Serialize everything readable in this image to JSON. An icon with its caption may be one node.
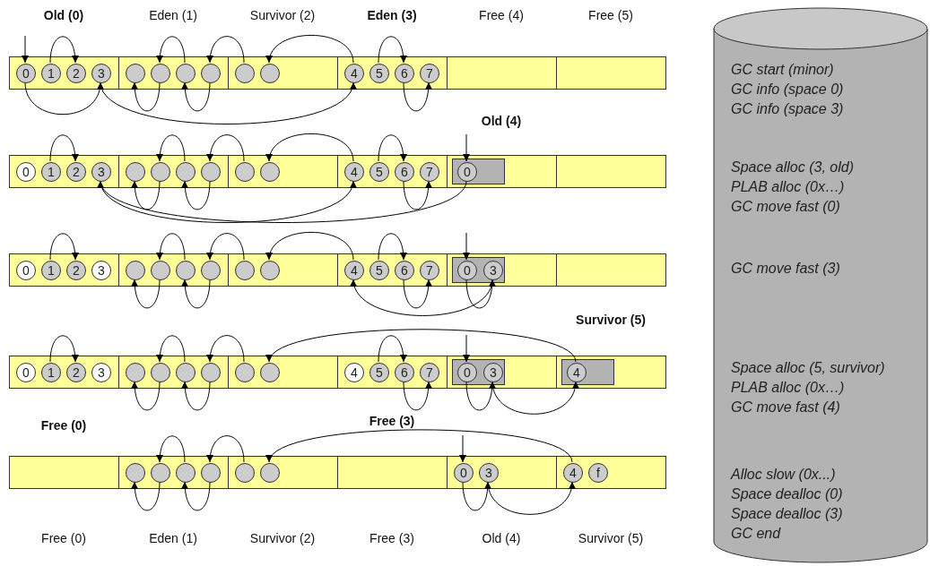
{
  "diagram": {
    "nodes": [
      {
        "text": [],
        "shape": "box"
      },
      {
        "text": [
          "0"
        ],
        "in": 0
      },
      {
        "text": [
          "1"
        ],
        "in": 0
      },
      {
        "text": [
          "2"
        ],
        "in": 0
      },
      {
        "text": [
          "3"
        ],
        "in": 0
      },
      {
        "text": [],
        "shape": "box"
      },
      {
        "text": [],
        "shape": "circle",
        "in": 5
      },
      {
        "text": [],
        "shape": "circle",
        "in": 5
      },
      {
        "text": [],
        "shape": "circle",
        "in": 5
      },
      {
        "text": [],
        "shape": "circle",
        "in": 5
      },
      {
        "text": [],
        "shape": "box"
      },
      {
        "text": [],
        "shape": "circle",
        "in": 10
      },
      {
        "text": [],
        "shape": "circle",
        "in": 10
      },
      {
        "text": [],
        "shape": "box"
      },
      {
        "text": [
          "4"
        ],
        "in": 13
      },
      {
        "text": [
          "5"
        ],
        "in": 13
      },
      {
        "text": [
          "6"
        ],
        "in": 13
      },
      {
        "text": [
          "7"
        ],
        "in": 13
      },
      {
        "text": [],
        "shape": "box"
      },
      {
        "text": [],
        "shape": "box"
      },
      {
        "text": [],
        "shape": "box"
      },
      {
        "text": [
          "0"
        ],
        "in": 20
      },
      {
        "text": [
          "1"
        ],
        "in": 20
      },
      {
        "text": [
          "2"
        ],
        "in": 20
      },
      {
        "text": [
          "3"
        ],
        "in": 20
      },
      {
        "text": [],
        "shape": "box"
      },
      {
        "text": [],
        "shape": "circle",
        "in": 25
      },
      {
        "text": [],
        "shape": "circle",
        "in": 25
      },
      {
        "text": [],
        "shape": "circle",
        "in": 25
      },
      {
        "text": [],
        "shape": "circle",
        "in": 25
      },
      {
        "text": [],
        "shape": "box"
      },
      {
        "text": [],
        "shape": "circle",
        "in": 30
      },
      {
        "text": [],
        "shape": "circle",
        "in": 30
      },
      {
        "text": [],
        "shape": "box"
      },
      {
        "text": [
          "4"
        ],
        "in": 33
      },
      {
        "text": [
          "5"
        ],
        "in": 33
      },
      {
        "text": [
          "6"
        ],
        "in": 33
      },
      {
        "text": [
          "7"
        ],
        "in": 33
      },
      {
        "text": [],
        "shape": "box"
      },
      {
        "text": [],
        "shape": "box",
        "in": 38
      },
      {
        "text": [
          "0"
        ],
        "in": 39
      },
      {
        "text": [],
        "shape": "box"
      },
      {
        "text": [],
        "shape": "box"
      },
      {
        "text": [
          "0"
        ],
        "in": 42
      },
      {
        "text": [
          "1"
        ],
        "in": 42
      },
      {
        "text": [
          "2"
        ],
        "in": 42
      },
      {
        "text": [
          "3"
        ],
        "in": 42
      },
      {
        "text": [],
        "shape": "box"
      },
      {
        "text": [],
        "shape": "circle",
        "in": 47
      },
      {
        "text": [],
        "shape": "circle",
        "in": 47
      },
      {
        "text": [],
        "shape": "circle",
        "in": 47
      },
      {
        "text": [],
        "shape": "circle",
        "in": 47
      },
      {
        "text": [],
        "shape": "box"
      },
      {
        "text": [],
        "shape": "circle",
        "in": 52
      },
      {
        "text": [],
        "shape": "circle",
        "in": 52
      },
      {
        "text": [],
        "shape": "box"
      },
      {
        "text": [
          "4"
        ],
        "in": 55
      },
      {
        "text": [
          "5"
        ],
        "in": 55
      },
      {
        "text": [
          "6"
        ],
        "in": 55
      },
      {
        "text": [
          "7"
        ],
        "in": 55
      },
      {
        "text": [],
        "shape": "box"
      },
      {
        "text": [],
        "shape": "box",
        "in": 60
      },
      {
        "text": [
          "0"
        ],
        "in": 61
      },
      {
        "text": [
          "3"
        ],
        "in": 61
      },
      {
        "text": [],
        "shape": "box"
      },
      {
        "text": [],
        "shape": "box"
      },
      {
        "text": [
          "0"
        ],
        "in": 65
      },
      {
        "text": [
          "1"
        ],
        "in": 65
      },
      {
        "text": [
          "2"
        ],
        "in": 65
      },
      {
        "text": [
          "3"
        ],
        "in": 65
      },
      {
        "text": [],
        "shape": "box"
      },
      {
        "text": [],
        "shape": "circle",
        "in": 70
      },
      {
        "text": [],
        "shape": "circle",
        "in": 70
      },
      {
        "text": [],
        "shape": "circle",
        "in": 70
      },
      {
        "text": [],
        "shape": "circle",
        "in": 70
      },
      {
        "text": [],
        "shape": "box"
      },
      {
        "text": [],
        "shape": "circle",
        "in": 75
      },
      {
        "text": [],
        "shape": "circle",
        "in": 75
      },
      {
        "text": [],
        "shape": "box"
      },
      {
        "text": [
          "4"
        ],
        "in": 78
      },
      {
        "text": [
          "5"
        ],
        "in": 78
      },
      {
        "text": [
          "6"
        ],
        "in": 78
      },
      {
        "text": [
          "7"
        ],
        "in": 78
      },
      {
        "text": [],
        "shape": "box"
      },
      {
        "text": [],
        "shape": "box",
        "in": 83
      },
      {
        "text": [
          "0"
        ],
        "in": 84
      },
      {
        "text": [
          "3"
        ],
        "in": 84
      },
      {
        "text": [],
        "shape": "box"
      },
      {
        "text": [],
        "shape": "box",
        "in": 87
      },
      {
        "text": [
          "4"
        ],
        "in": 88
      },
      {
        "text": [],
        "shape": "box"
      },
      {
        "text": [],
        "shape": "box"
      },
      {
        "text": [],
        "shape": "circle",
        "in": 91
      },
      {
        "text": [],
        "shape": "circle",
        "in": 91
      },
      {
        "text": [],
        "shape": "circle",
        "in": 91
      },
      {
        "text": [],
        "shape": "circle",
        "in": 91
      },
      {
        "text": [],
        "shape": "box"
      },
      {
        "text": [],
        "shape": "circle",
        "in": 96
      },
      {
        "text": [],
        "shape": "circle",
        "in": 96
      },
      {
        "text": [],
        "shape": "box"
      },
      {
        "text": [],
        "shape": "box"
      },
      {
        "text": [
          "0"
        ],
        "in": 100
      },
      {
        "text": [
          "3"
        ],
        "in": 100
      },
      {
        "text": [],
        "shape": "box"
      },
      {
        "text": [
          "4"
        ],
        "in": 103
      },
      {
        "text": [
          "f"
        ],
        "in": 103
      },
      {
        "text": [
          "GC start (minor)",
          "GC info (space 0)",
          "GC info (space 3)",
          "Space alloc (3, old)",
          "PLAB alloc (0x…)",
          "GC move fast (0)",
          "GC move fast (3)",
          "Space alloc (5, survivor)",
          "PLAB alloc (0x…)",
          "GC move fast (4)",
          "Alloc slow (0x...)",
          "Space dealloc (0)",
          "Space dealloc (3)",
          "GC end"
        ]
      }
    ],
    "edges": [
      {
        "from": null,
        "to": 1,
        "arrow": "to"
      },
      {
        "from": 2,
        "to": 3,
        "arrow": "to"
      },
      {
        "from": 8,
        "to": 7,
        "arrow": "to"
      },
      {
        "from": 11,
        "to": 9,
        "arrow": "to"
      },
      {
        "from": 14,
        "to": 12,
        "arrow": "to"
      },
      {
        "from": 15,
        "to": 16,
        "arrow": "to"
      },
      {
        "from": 1,
        "to": 4,
        "arrow": "to"
      },
      {
        "from": 4,
        "to": 14,
        "arrow": "to"
      },
      {
        "from": 7,
        "to": 6,
        "arrow": "to"
      },
      {
        "from": 9,
        "to": 8,
        "arrow": "to"
      },
      {
        "from": 16,
        "to": 17,
        "arrow": "to"
      },
      {
        "from": null,
        "to": 40,
        "arrow": "to"
      },
      {
        "from": 22,
        "to": 23,
        "arrow": "to"
      },
      {
        "from": 28,
        "to": 27,
        "arrow": "to"
      },
      {
        "from": 31,
        "to": 29,
        "arrow": "to"
      },
      {
        "from": 34,
        "to": 32,
        "arrow": "to"
      },
      {
        "from": 35,
        "to": 36,
        "arrow": "to"
      },
      {
        "from": 40,
        "to": 24,
        "arrow": "to"
      },
      {
        "from": 24,
        "to": 34,
        "arrow": "to"
      },
      {
        "from": 27,
        "to": 26,
        "arrow": "to"
      },
      {
        "from": 29,
        "to": 28,
        "arrow": "to"
      },
      {
        "from": 36,
        "to": 37,
        "arrow": "to"
      },
      {
        "from": null,
        "to": 62,
        "arrow": "to"
      },
      {
        "from": 44,
        "to": 45,
        "arrow": "to"
      },
      {
        "from": 50,
        "to": 49,
        "arrow": "to"
      },
      {
        "from": 53,
        "to": 51,
        "arrow": "to"
      },
      {
        "from": 56,
        "to": 54,
        "arrow": "to"
      },
      {
        "from": 57,
        "to": 58,
        "arrow": "to"
      },
      {
        "from": 49,
        "to": 48,
        "arrow": "to"
      },
      {
        "from": 51,
        "to": 50,
        "arrow": "to"
      },
      {
        "from": 58,
        "to": 59,
        "arrow": "to"
      },
      {
        "from": 62,
        "to": 63,
        "arrow": "to"
      },
      {
        "from": 63,
        "to": 56,
        "arrow": "to"
      },
      {
        "from": null,
        "to": 85,
        "arrow": "to"
      },
      {
        "from": 67,
        "to": 68,
        "arrow": "to"
      },
      {
        "from": 73,
        "to": 72,
        "arrow": "to"
      },
      {
        "from": 76,
        "to": 74,
        "arrow": "to"
      },
      {
        "from": 80,
        "to": 81,
        "arrow": "to"
      },
      {
        "from": 89,
        "to": 77,
        "arrow": "to"
      },
      {
        "from": 72,
        "to": 71,
        "arrow": "to"
      },
      {
        "from": 74,
        "to": 73,
        "arrow": "to"
      },
      {
        "from": 81,
        "to": 82,
        "arrow": "to"
      },
      {
        "from": 85,
        "to": 86,
        "arrow": "to"
      },
      {
        "from": 86,
        "to": 89,
        "arrow": "to"
      },
      {
        "from": null,
        "to": 101,
        "arrow": "to"
      },
      {
        "from": 94,
        "to": 93,
        "arrow": "to"
      },
      {
        "from": 97,
        "to": 95,
        "arrow": "to"
      },
      {
        "from": 104,
        "to": 98,
        "arrow": "to"
      },
      {
        "from": 93,
        "to": 92,
        "arrow": "to"
      },
      {
        "from": 95,
        "to": 94,
        "arrow": "to"
      },
      {
        "from": 101,
        "to": 102,
        "arrow": "to"
      },
      {
        "from": 102,
        "to": 104,
        "arrow": "to"
      }
    ],
    "labels": [
      "Old (0)",
      "Eden (1)",
      "Survivor (2)",
      "Eden (3)",
      "Free (4)",
      "Free (5)",
      "Old (4)",
      "Survivor (5)",
      "Free (0)",
      "Free (3)",
      "Free (0)",
      "Eden (1)",
      "Survivor (2)",
      "Free (3)",
      "Old (4)",
      "Survivor (5)"
    ]
  }
}
